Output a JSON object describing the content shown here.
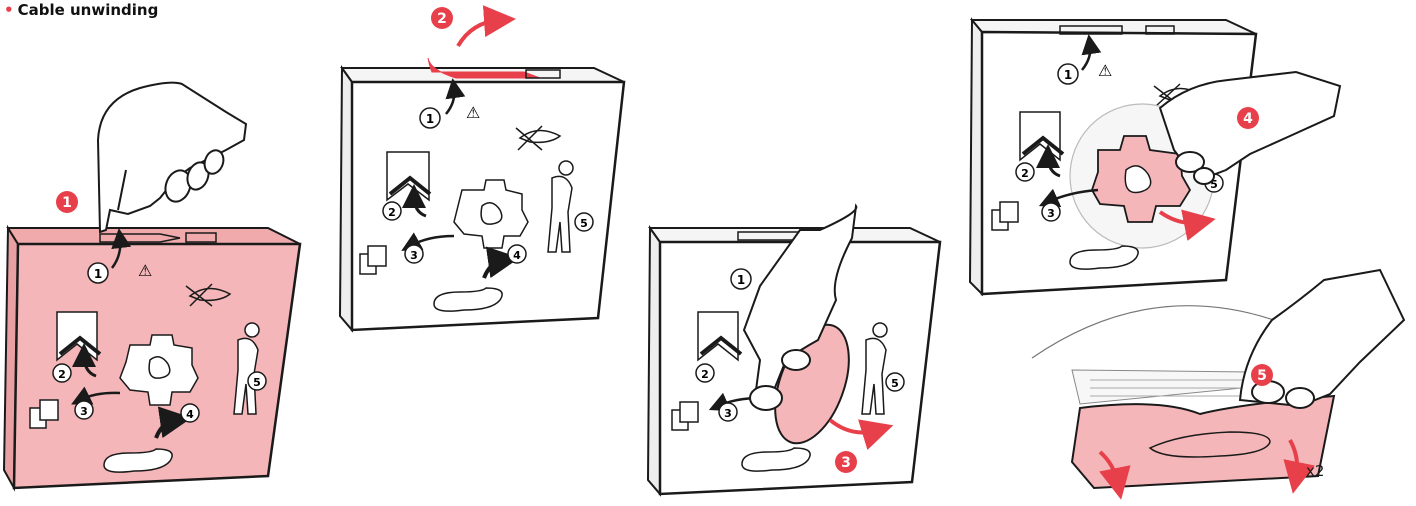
{
  "heading": {
    "bullet": "•",
    "text": "Cable unwinding"
  },
  "colors": {
    "accent": "#e8404a",
    "pink_fill": "#f4b6b8",
    "outline": "#1a1a1a"
  },
  "icons": [
    "hand-icon",
    "warning-triangle-icon",
    "no-disposal-icon",
    "worker-icon",
    "footprint-icon",
    "curved-arrow-icon"
  ],
  "box_labels": {
    "n1": "1",
    "n2": "2",
    "n3": "3",
    "n4": "4",
    "n5": "5",
    "warning": "⚠"
  },
  "steps": {
    "s1": "1",
    "s2": "2",
    "s3": "3",
    "s4": "4",
    "s5": "5"
  },
  "multiplier": "x2"
}
